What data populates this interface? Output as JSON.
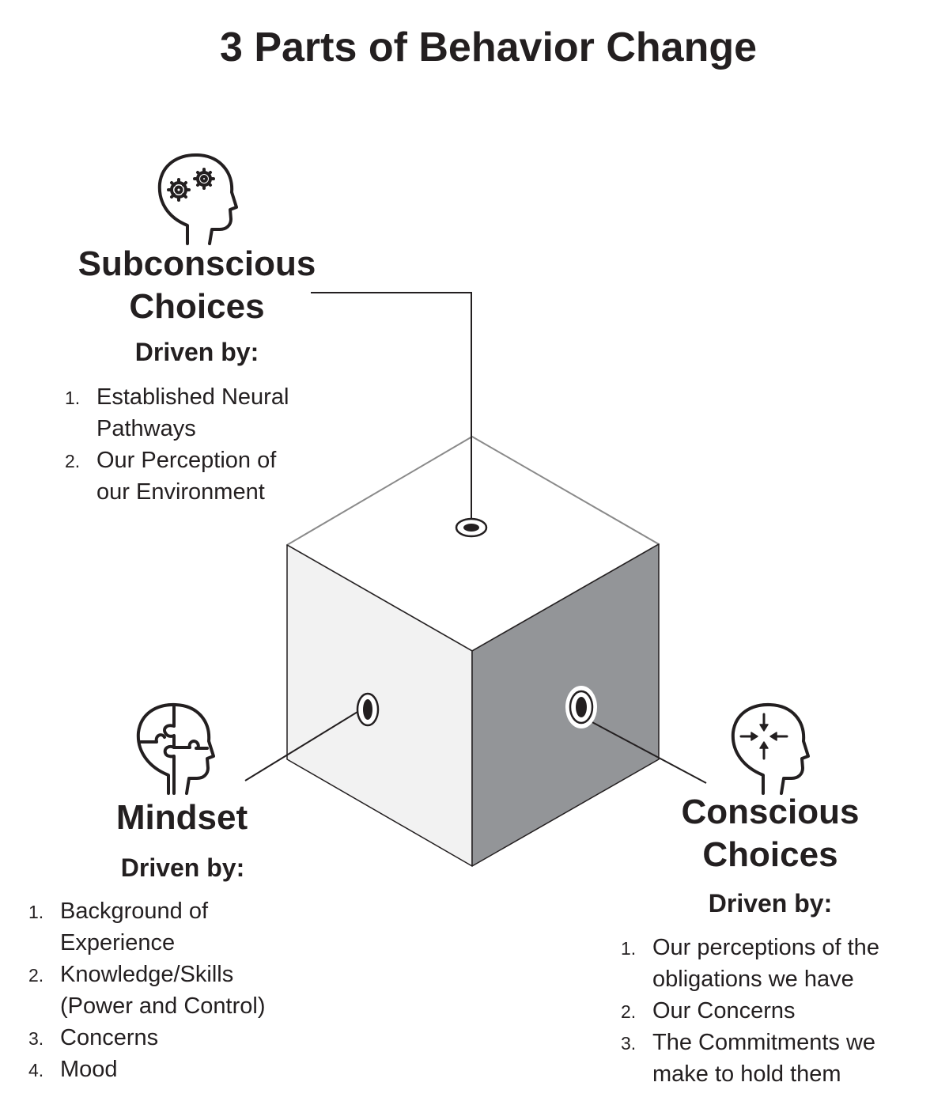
{
  "title": "3 Parts of Behavior Change",
  "sections": {
    "subconscious": {
      "heading": [
        "Subconscious",
        "Choices"
      ],
      "driven_by": "Driven by:",
      "items": [
        {
          "num": "1.",
          "lines": [
            "Established Neural",
            "Pathways"
          ]
        },
        {
          "num": "2.",
          "lines": [
            "Our Perception of",
            "our Environment"
          ]
        }
      ],
      "icon": "head-gears-icon"
    },
    "mindset": {
      "heading": [
        "Mindset"
      ],
      "driven_by": "Driven by:",
      "items": [
        {
          "num": "1.",
          "lines": [
            "Background of",
            "Experience"
          ]
        },
        {
          "num": "2.",
          "lines": [
            "Knowledge/Skills",
            "(Power and Control)"
          ]
        },
        {
          "num": "3.",
          "lines": [
            "Concerns"
          ]
        },
        {
          "num": "4.",
          "lines": [
            "Mood"
          ]
        }
      ],
      "icon": "head-puzzle-icon"
    },
    "conscious": {
      "heading": [
        "Conscious",
        "Choices"
      ],
      "driven_by": "Driven by:",
      "items": [
        {
          "num": "1.",
          "lines": [
            "Our perceptions of the",
            "obligations we have"
          ]
        },
        {
          "num": "2.",
          "lines": [
            "Our Concerns"
          ]
        },
        {
          "num": "3.",
          "lines": [
            "The Commitments we",
            "make to hold them"
          ]
        }
      ],
      "icon": "head-focus-icon"
    }
  },
  "colors": {
    "text": "#231f20",
    "cube_top": "#ffffff",
    "cube_left": "#f2f2f2",
    "cube_right": "#939598",
    "outline": "#231f20"
  }
}
